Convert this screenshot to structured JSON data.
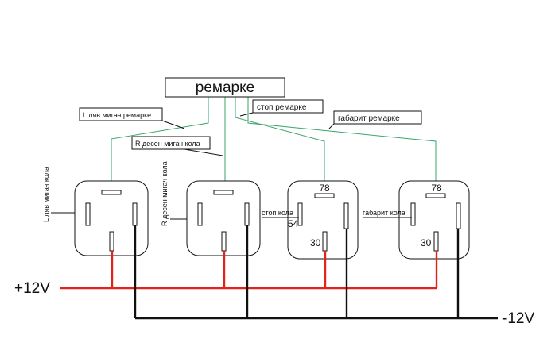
{
  "labels": {
    "harness": "ремарке",
    "left_blinker_trailer": "L ляв мигач ремарке",
    "stop_trailer": "стоп ремарке",
    "marker_trailer": "габарит ремарке",
    "right_blinker_car": "R десен мигач кола",
    "left_blinker_car": "L ляв мигач кола",
    "right_blinker_car_vertical": "R десен мигач кола",
    "stop_car": "стоп кола",
    "marker_car": "габарит кола",
    "plus12v": "+12V",
    "minus12v": "-12V"
  },
  "relays": {
    "r3": {
      "pin_top": "78",
      "pin_left": "54",
      "pin_bottom": "30"
    },
    "r4": {
      "pin_top": "78",
      "pin_bottom": "30"
    }
  },
  "colors": {
    "signal_wire": "#3aa56a",
    "positive_wire": "#e2231a",
    "ground_wire": "#111111"
  }
}
